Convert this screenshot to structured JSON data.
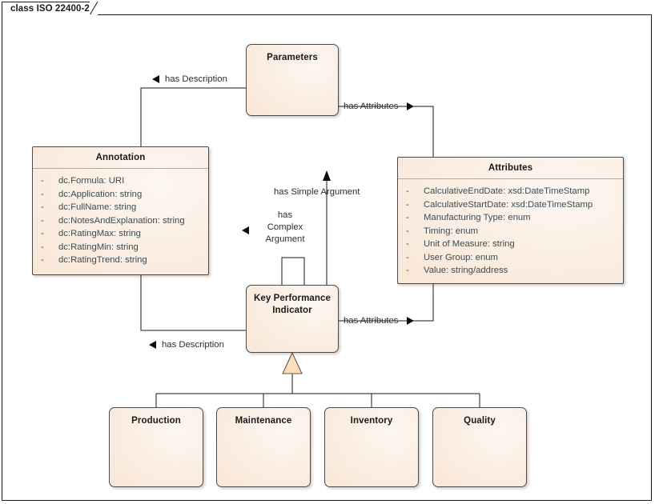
{
  "diagram": {
    "frame_label": "class ISO 22400-2",
    "nodes": [
      {
        "id": "parameters",
        "name": "Parameters",
        "attributes": []
      },
      {
        "id": "annotation",
        "name": "Annotation",
        "attributes": [
          {
            "visibility": "-",
            "text": "dc.Formula: URI"
          },
          {
            "visibility": "-",
            "text": "dc:Application: string"
          },
          {
            "visibility": "-",
            "text": "dc:FullName: string"
          },
          {
            "visibility": "-",
            "text": "dc:NotesAndExplanation: string"
          },
          {
            "visibility": "-",
            "text": "dc:RatingMax: string"
          },
          {
            "visibility": "-",
            "text": "dc:RatingMin: string"
          },
          {
            "visibility": "-",
            "text": "dc:RatingTrend: string"
          }
        ]
      },
      {
        "id": "attributes",
        "name": "Attributes",
        "attributes": [
          {
            "visibility": "-",
            "text": "CalculativeEndDate: xsd:DateTimeStamp"
          },
          {
            "visibility": "-",
            "text": "CalculativeStartDate: xsd:DateTimeStamp"
          },
          {
            "visibility": "-",
            "text": "Manufacturing Type: enum"
          },
          {
            "visibility": "-",
            "text": "Timing: enum"
          },
          {
            "visibility": "-",
            "text": "Unit of Measure: string"
          },
          {
            "visibility": "-",
            "text": "User Group: enum"
          },
          {
            "visibility": "-",
            "text": "Value: string/address"
          }
        ]
      },
      {
        "id": "kpi",
        "name_line1": "Key Performance",
        "name_line2": "Indicator",
        "attributes": []
      },
      {
        "id": "production",
        "name": "Production",
        "attributes": []
      },
      {
        "id": "maintenance",
        "name": "Maintenance",
        "attributes": []
      },
      {
        "id": "inventory",
        "name": "Inventory",
        "attributes": []
      },
      {
        "id": "quality",
        "name": "Quality",
        "attributes": []
      }
    ],
    "connector_labels": {
      "params_has_description": "has Description",
      "params_has_attributes": "has Attributes",
      "has_simple_argument": "has Simple Argument",
      "has_complex_argument_l1": "has",
      "has_complex_argument_l2": "Complex",
      "has_complex_argument_l3": "Argument",
      "kpi_has_attributes": "has Attributes",
      "kpi_has_description": "has Description"
    },
    "colors": {
      "node_fill_light": "#fdf7f1",
      "node_fill_mid": "#fbefe4",
      "node_fill_dark": "#f8e3d2",
      "node_border": "#4a4a4a",
      "attribute_text": "#3c4b53",
      "line": "#1a1a1a",
      "generalization_fill": "#fadfba",
      "frame_border": "#1a1a1a"
    }
  }
}
